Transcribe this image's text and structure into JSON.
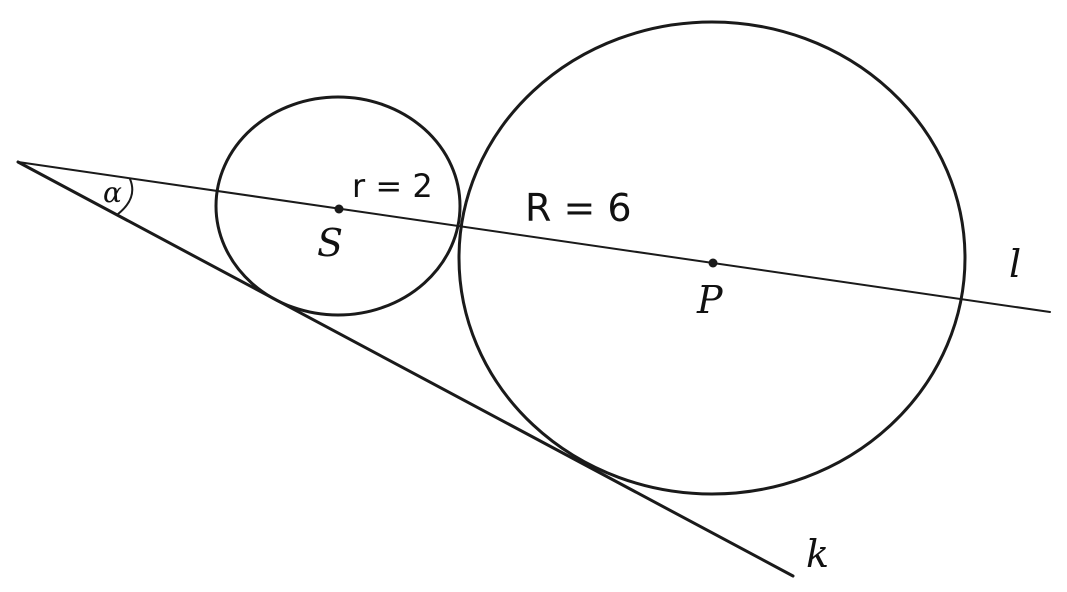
{
  "diagram": {
    "labels": {
      "angle": "α",
      "small_center": "S",
      "large_center": "P",
      "small_radius": "r = 2",
      "large_radius": "R = 6",
      "line_l": "l",
      "line_k": "k"
    },
    "colors": {
      "stroke": "#1a1a1a",
      "background": "#ffffff"
    }
  }
}
